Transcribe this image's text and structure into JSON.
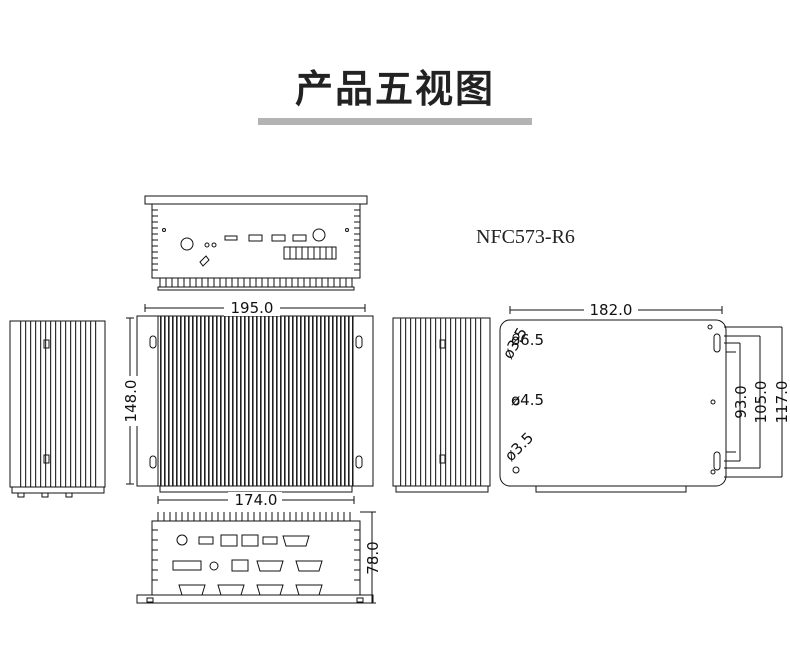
{
  "header": {
    "title": "产品五视图"
  },
  "model_label": "NFC573-R6",
  "dimensions": {
    "width_top": "195.0",
    "width_bottom": "174.0",
    "height_front": "148.0",
    "depth_rear": "78.0",
    "base_width": "182.0",
    "base_h1": "93.0",
    "base_h2": "105.0",
    "base_h3": "117.0"
  },
  "holes": {
    "hole_a": "ø6.5",
    "hole_b": "ø3.5",
    "hole_c": "ø4.5",
    "hole_d": "ø3.5"
  },
  "colors": {
    "line": "#111111",
    "divider": "#b3b3b3"
  }
}
